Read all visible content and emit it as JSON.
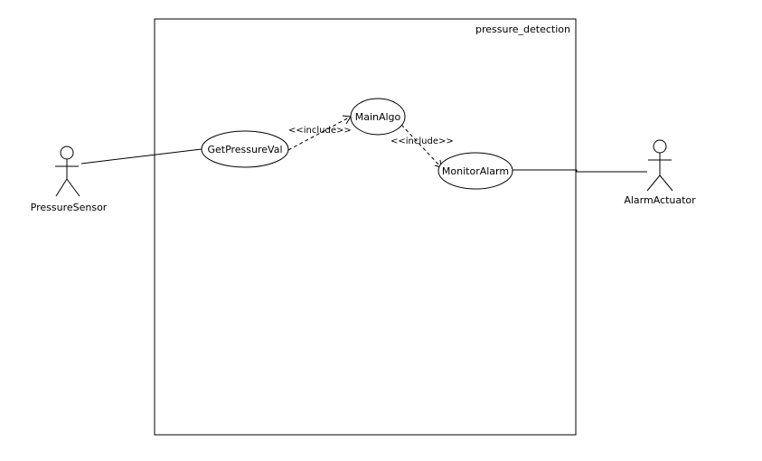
{
  "system": {
    "name": "pressure_detection"
  },
  "actors": {
    "pressure_sensor": {
      "name": "PressureSensor"
    },
    "alarm_actuator": {
      "name": "AlarmActuator"
    }
  },
  "use_cases": {
    "get_pressure_val": {
      "name": "GetPressureVal"
    },
    "main_algo": {
      "name": "MainAlgo"
    },
    "monitor_alarm": {
      "name": "MonitorAlarm"
    }
  },
  "relationships": {
    "include_1": {
      "stereotype": "<<include>>",
      "from": "GetPressureVal",
      "to": "MainAlgo"
    },
    "include_2": {
      "stereotype": "<<include>>",
      "from": "MainAlgo",
      "to": "MonitorAlarm"
    }
  }
}
